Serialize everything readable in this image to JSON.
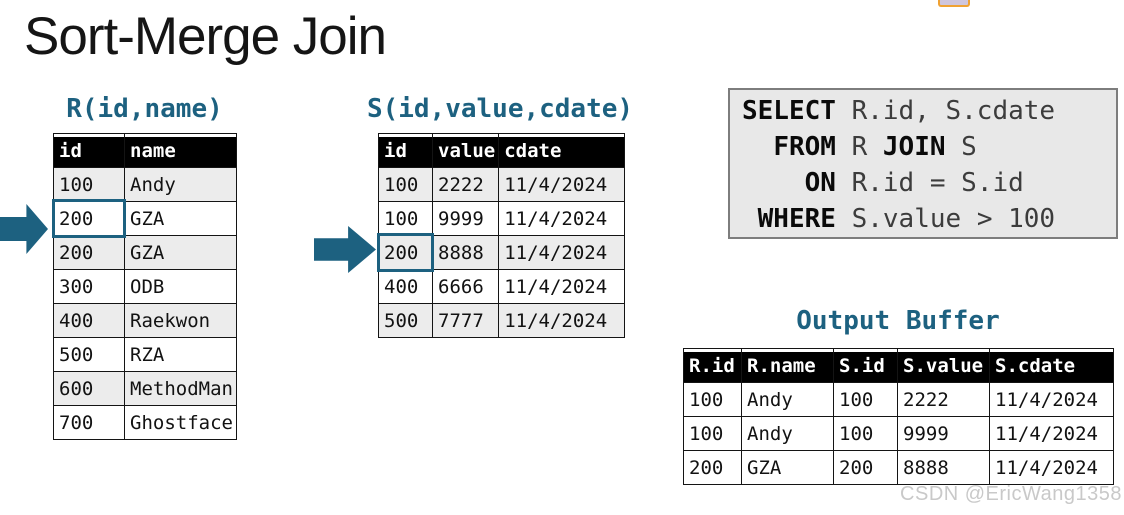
{
  "title": "Sort-Merge Join",
  "table_r": {
    "label": "R(id,name)",
    "columns": [
      "id",
      "name"
    ],
    "rows": [
      [
        "100",
        "Andy"
      ],
      [
        "200",
        "GZA"
      ],
      [
        "200",
        "GZA"
      ],
      [
        "300",
        "ODB"
      ],
      [
        "400",
        "Raekwon"
      ],
      [
        "500",
        "RZA"
      ],
      [
        "600",
        "MethodMan"
      ],
      [
        "700",
        "Ghostface"
      ]
    ],
    "zebra": true,
    "highlight": {
      "row": 1,
      "col": 0
    }
  },
  "table_s": {
    "label": "S(id,value,cdate)",
    "columns": [
      "id",
      "value",
      "cdate"
    ],
    "rows": [
      [
        "100",
        "2222",
        "11/4/2024"
      ],
      [
        "100",
        "9999",
        "11/4/2024"
      ],
      [
        "200",
        "8888",
        "11/4/2024"
      ],
      [
        "400",
        "6666",
        "11/4/2024"
      ],
      [
        "500",
        "7777",
        "11/4/2024"
      ]
    ],
    "zebra": true,
    "highlight": {
      "row": 2,
      "col": 0
    }
  },
  "sql_query": {
    "lines": [
      [
        {
          "t": "SELECT",
          "kw": true
        },
        {
          "t": " R.id, S.cdate"
        }
      ],
      [
        {
          "t": "  "
        },
        {
          "t": "FROM",
          "kw": true
        },
        {
          "t": " R "
        },
        {
          "t": "JOIN",
          "kw": true
        },
        {
          "t": " S"
        }
      ],
      [
        {
          "t": "    "
        },
        {
          "t": "ON",
          "kw": true
        },
        {
          "t": " R.id = S.id"
        }
      ],
      [
        {
          "t": " "
        },
        {
          "t": "WHERE",
          "kw": true
        },
        {
          "t": " S.value > 100"
        }
      ]
    ]
  },
  "output_buffer": {
    "label": "Output Buffer",
    "columns": [
      "R.id",
      "R.name",
      "S.id",
      "S.value",
      "S.cdate"
    ],
    "rows": [
      [
        "100",
        "Andy",
        "100",
        "2222",
        "11/4/2024"
      ],
      [
        "100",
        "Andy",
        "100",
        "9999",
        "11/4/2024"
      ],
      [
        "200",
        "GZA",
        "200",
        "8888",
        "11/4/2024"
      ]
    ],
    "zebra": false
  },
  "watermark": "CSDN @EricWang1358",
  "colors": {
    "accent": "#1d6180",
    "row_shade": "#ececec",
    "sql_box_bg": "#e8e8e8",
    "sql_box_border": "#7d7d7d",
    "header_bg": "#000000"
  }
}
